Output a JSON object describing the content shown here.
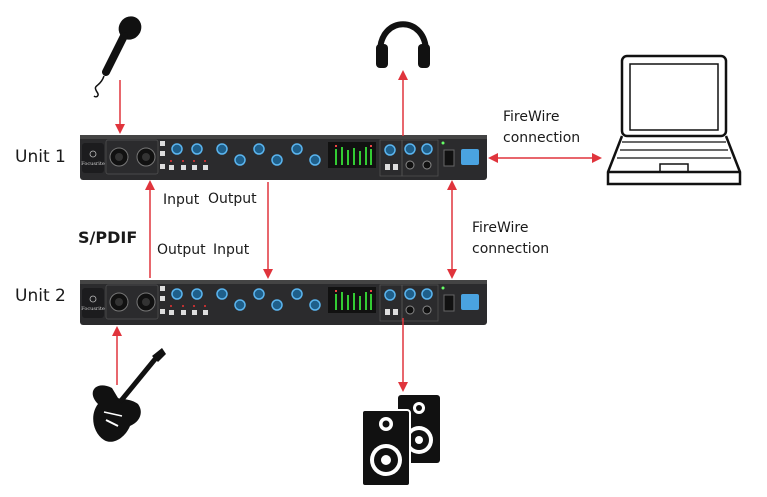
{
  "colors": {
    "arrow": "#e0343c",
    "rack": "#2b2b2d",
    "knob": "#3d9ad6",
    "text": "#1a1a1a"
  },
  "labels": {
    "unit1": "Unit 1",
    "unit2": "Unit 2",
    "spdif": "S/PDIF",
    "unit1_input": "Input",
    "unit1_output": "Output",
    "unit2_output": "Output",
    "unit2_input": "Input",
    "firewire_top_line1": "FireWire",
    "firewire_top_line2": "connection",
    "firewire_mid_line1": "FireWire",
    "firewire_mid_line2": "connection"
  },
  "devices": {
    "unit1": {
      "brand": "Focusrite",
      "icon": "audio-interface-rack"
    },
    "unit2": {
      "brand": "Focusrite",
      "icon": "audio-interface-rack"
    },
    "microphone": {
      "icon": "microphone-icon"
    },
    "headphones": {
      "icon": "headphones-icon"
    },
    "laptop": {
      "icon": "laptop-icon"
    },
    "guitar": {
      "icon": "electric-guitar-icon"
    },
    "speakers": {
      "icon": "speakers-icon"
    }
  }
}
